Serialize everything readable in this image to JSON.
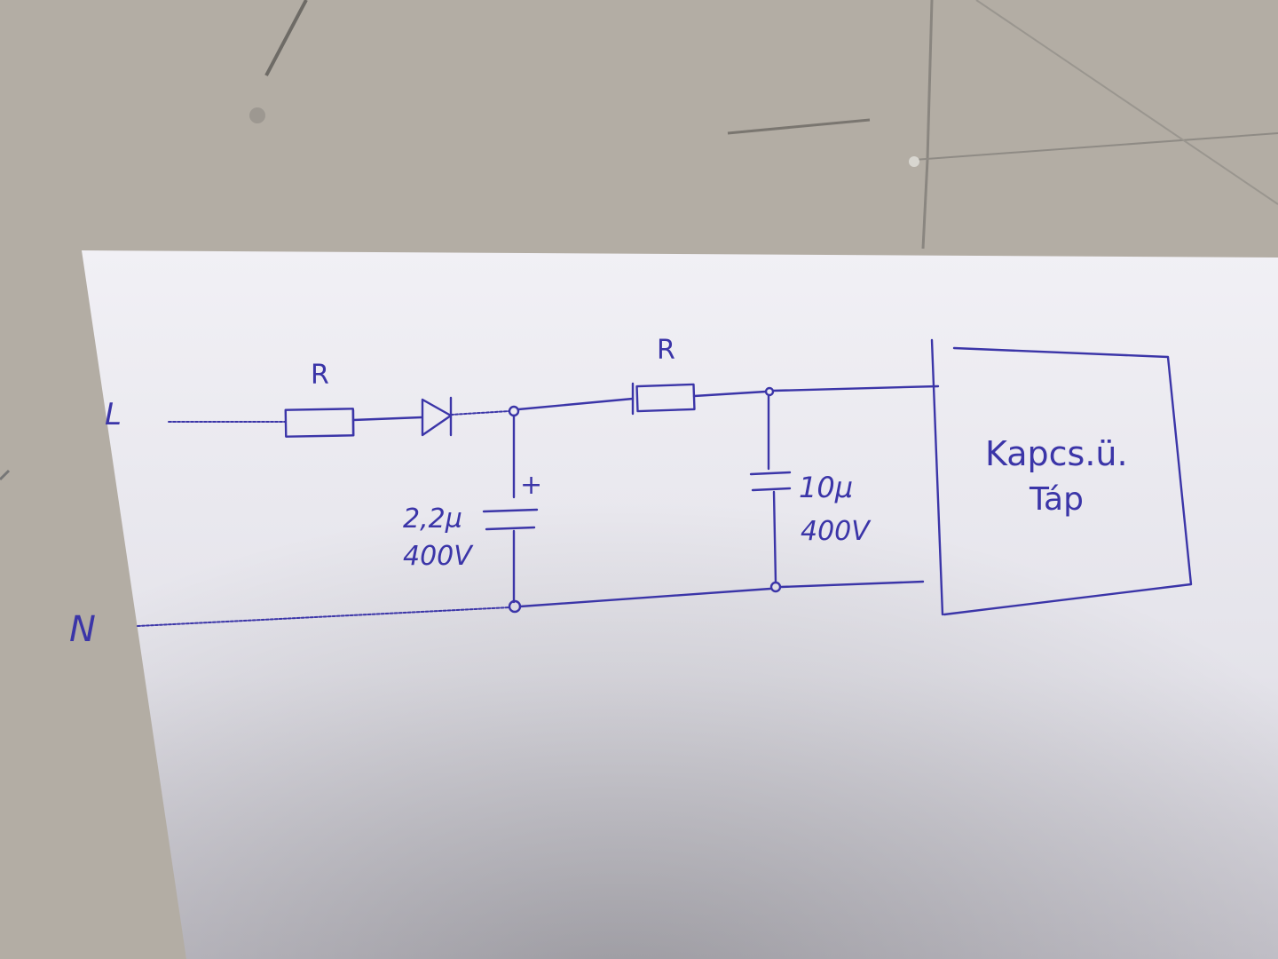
{
  "colors": {
    "ink": "#3b35a8",
    "paper": "#e9e8ee",
    "concrete": "#b3ada4"
  },
  "diagram": {
    "line_label": "L",
    "neutral_label": "N",
    "resistor_1_label": "R",
    "resistor_2_label": "R",
    "capacitor_1": {
      "polarity": "+",
      "value": "2,2µ",
      "voltage": "400V"
    },
    "capacitor_2": {
      "value": "10µ",
      "voltage": "400V"
    },
    "load_box": {
      "line1": "Kapcs.ü.",
      "line2": "Táp"
    }
  }
}
